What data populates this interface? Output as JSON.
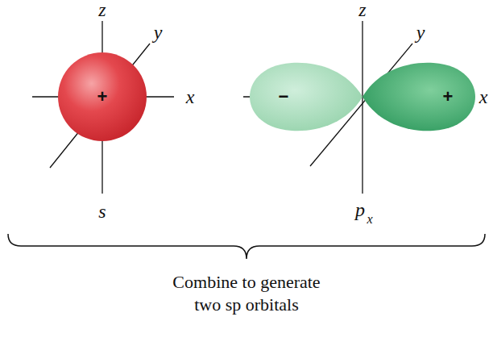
{
  "diagram": {
    "caption": "Combine to generate two sp orbitals",
    "labels": [
      "z",
      "y",
      "x",
      "+",
      "s",
      "z",
      "y",
      "x",
      "−",
      "+",
      "p",
      "x"
    ]
  }
}
